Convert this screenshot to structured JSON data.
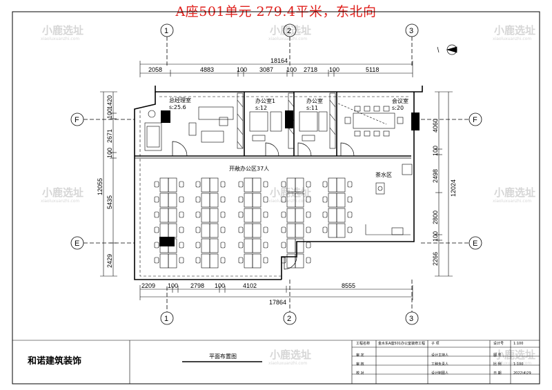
{
  "title": "A座501单元 279.4平米，东北向",
  "watermark": {
    "brand": "小鹿选址",
    "url": "xiaoluxuanzhi.com"
  },
  "axes": {
    "col1": "1",
    "col2": "2",
    "col3": "3",
    "rowF": "F",
    "rowE": "E"
  },
  "dims_top": {
    "total": "18164",
    "segments": [
      "2058",
      "4883",
      "100",
      "3087",
      "100",
      "2718",
      "100",
      "5118"
    ]
  },
  "dims_bottom": {
    "total": "17864",
    "segments": [
      "2209",
      "100",
      "2798",
      "100",
      "4102",
      "8555"
    ]
  },
  "dims_left": {
    "total": "12055",
    "segments": [
      "1420",
      "100",
      "2671",
      "100",
      "5435",
      "2429"
    ]
  },
  "dims_right": {
    "total": "12024",
    "segments": [
      "4060",
      "100",
      "2498",
      "2800",
      "100",
      "2266"
    ]
  },
  "rooms": {
    "gm": {
      "name": "总经理室",
      "area": "s:25.6"
    },
    "office1": {
      "name": "办公室1",
      "area": "s:12"
    },
    "office2": {
      "name": "办公室",
      "area": "s:11"
    },
    "meeting": {
      "name": "会议室",
      "area": "s:20"
    },
    "open": {
      "name": "开敞办公区37人"
    },
    "tea": {
      "name": "茶水区"
    }
  },
  "titleblock": {
    "company": "和诺建筑装饰",
    "drawing": "平面布置图",
    "rows": [
      [
        "工程名称",
        "",
        "设计号",
        "1:100"
      ],
      [
        "审 定",
        "设计主持人",
        "图 号",
        ""
      ],
      [
        "审 核",
        "工种负责人",
        "比 例",
        "1:100"
      ],
      [
        "校 对",
        "设计制图人",
        "日 期",
        "2022\\4\\29"
      ]
    ],
    "project": "金水东A座501办公室装修工程",
    "sheet_label": "子 项"
  }
}
